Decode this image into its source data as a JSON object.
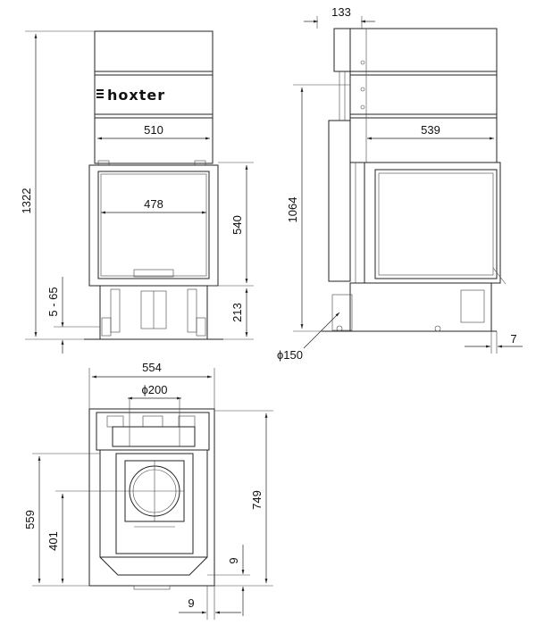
{
  "brand": "hoxter",
  "dimensions": {
    "total_height": "1322",
    "front_upper_width": "510",
    "front_glass_width": "478",
    "front_door_height": "540",
    "front_base_height": "213",
    "front_foot_adjust": "5 - 65",
    "side_depth_top": "133",
    "side_inner_depth": "539",
    "side_height": "1064",
    "side_flue_diameter": "ϕ150",
    "side_offset": "7",
    "top_width": "554",
    "top_flue_diameter": "ϕ200",
    "top_depth": "749",
    "top_depth_559": "559",
    "top_depth_401": "401",
    "top_small_right": "9",
    "top_small_bottom": "9"
  }
}
